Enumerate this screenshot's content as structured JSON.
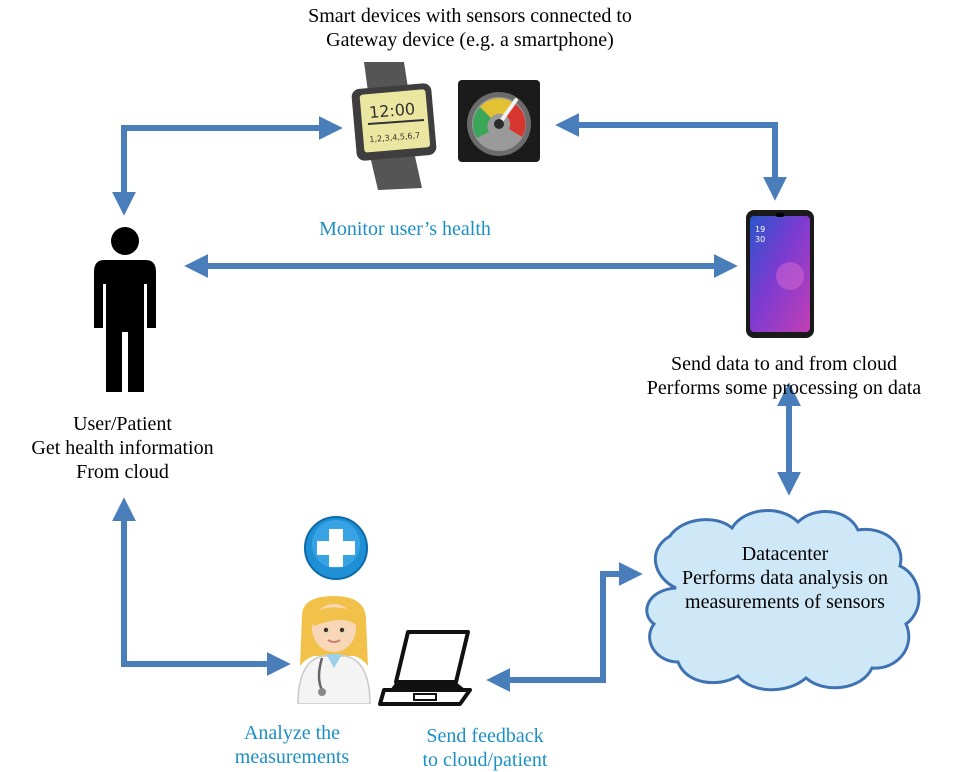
{
  "top_caption": [
    "Smart devices with sensors connected to",
    "Gateway device (e.g. a smartphone)"
  ],
  "monitor_label": "Monitor user’s health",
  "phone_caption": [
    "Send data to and from cloud",
    "Performs some processing on data"
  ],
  "phone_screen": {
    "time_hour": "19",
    "time_min": "30"
  },
  "watch_screen": {
    "time": "12:00",
    "digits": "1,2,3,4,5,6,7"
  },
  "user_caption": [
    "User/Patient",
    "Get health information",
    "From cloud"
  ],
  "cloud_caption": [
    "Datacenter",
    "Performs data analysis on",
    "measurements of sensors"
  ],
  "doctor_label": [
    "Analyze the",
    "measurements"
  ],
  "laptop_label": [
    "Send feedback",
    "to cloud/patient"
  ],
  "colors": {
    "arrow": "#4a7ebb",
    "cloud_fill": "#cfe8f7",
    "cloud_stroke": "#3f72b3",
    "label_blue": "#1c8fc6"
  }
}
